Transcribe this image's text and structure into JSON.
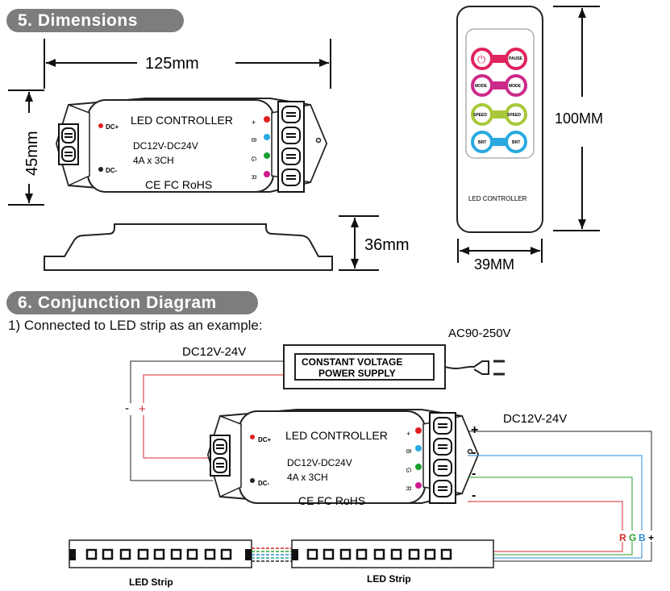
{
  "sections": {
    "dimensions_title": "5. Dimensions",
    "conjunction_title": "6. Conjunction Diagram",
    "conjunction_subtitle": "1) Connected to LED strip as an example:"
  },
  "dimensions": {
    "width": "125mm",
    "height": "45mm",
    "depth": "36mm",
    "remote_height": "100MM",
    "remote_width": "39MM"
  },
  "controller": {
    "title": "LED CONTROLLER",
    "voltage": "DC12V-DC24V",
    "current": "4A x 3CH",
    "certs": "CE FC RoHS",
    "dc_plus": "DC+",
    "dc_minus": "DC-",
    "terminal_plus": "+",
    "terminal_b": "B",
    "terminal_g": "G",
    "terminal_r": "R"
  },
  "remote": {
    "label": "LED CONTROLLER",
    "buttons": {
      "pause": "PAUSE",
      "mode": "MODE",
      "speed": "SPEED",
      "brt": "BRT"
    },
    "button_colors": [
      "#e0245e",
      "#cc2a8a",
      "#a8c83a",
      "#29a9e0"
    ]
  },
  "diagram": {
    "power_supply_line1": "CONSTANT VOLTAGE",
    "power_supply_line2": "POWER SUPPLY",
    "ac_input": "AC90-250V",
    "dc_output": "DC12V-24V",
    "dc_output_2": "DC12V-24V",
    "neg_sign": "-",
    "pos_sign": "+",
    "rgb_r": "R",
    "rgb_g": "G",
    "rgb_b": "B",
    "rgb_plus": "+",
    "led_strip_1": "LED Strip",
    "led_strip_2": "LED Strip",
    "wire_colors": {
      "red": "#d42a2a",
      "green": "#2aa02a",
      "blue": "#2a8ad4"
    }
  }
}
